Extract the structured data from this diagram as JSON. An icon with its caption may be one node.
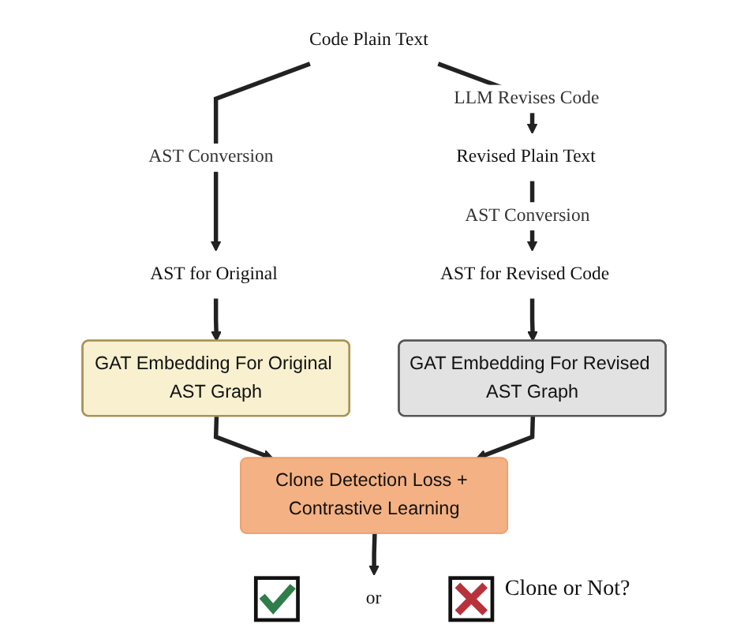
{
  "diagram": {
    "nodes": [
      {
        "text": [
          "Code Plain Text"
        ]
      },
      {
        "text": [
          "Revised Plain Text"
        ]
      },
      {
        "text": [
          "AST for Original"
        ]
      },
      {
        "text": [
          "AST for Revised Code"
        ]
      },
      {
        "text": [
          "GAT Embedding For Original AST Graph"
        ]
      },
      {
        "text": [
          "GAT Embedding For Revised AST Graph"
        ]
      },
      {
        "text": [
          "Clone Detection Loss + Contrastive Learning"
        ]
      },
      {
        "text": [],
        "shape": "picture"
      },
      {
        "text": [
          "or"
        ]
      },
      {
        "text": [],
        "shape": "picture"
      }
    ],
    "edges": [
      {
        "from": 0,
        "to": 1,
        "arrow": "to",
        "label": "LLM Revises Code"
      },
      {
        "from": 0,
        "to": 2,
        "arrow": "to",
        "label": "AST Conversion"
      },
      {
        "from": 1,
        "to": 3,
        "arrow": "to",
        "label": "AST Conversion"
      },
      {
        "from": 2,
        "to": 4,
        "arrow": "to"
      },
      {
        "from": 3,
        "to": 5,
        "arrow": "to"
      },
      {
        "from": 4,
        "to": 6,
        "arrow": "to"
      },
      {
        "from": 5,
        "to": 6,
        "arrow": "to"
      },
      {
        "from": 6,
        "to": 8,
        "arrow": "to"
      }
    ],
    "labels": [
      "Clone or Not?"
    ]
  }
}
